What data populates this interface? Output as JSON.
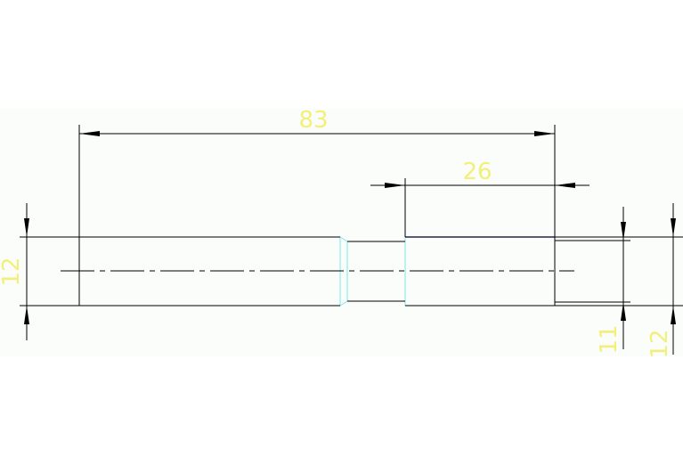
{
  "colors": {
    "background": "#ffffff",
    "panel": "#fbfdfb",
    "dimension_text": "#f2f07a",
    "part_outline": "#7ee6e6",
    "highlight_edge": "#7b6ad6",
    "dimension_line": "#000000"
  },
  "dimensions": {
    "overall_length": "83",
    "right_segment_length": "26",
    "left_diameter": "12",
    "right_diameter_inner": "11",
    "right_diameter_outer": "12"
  }
}
